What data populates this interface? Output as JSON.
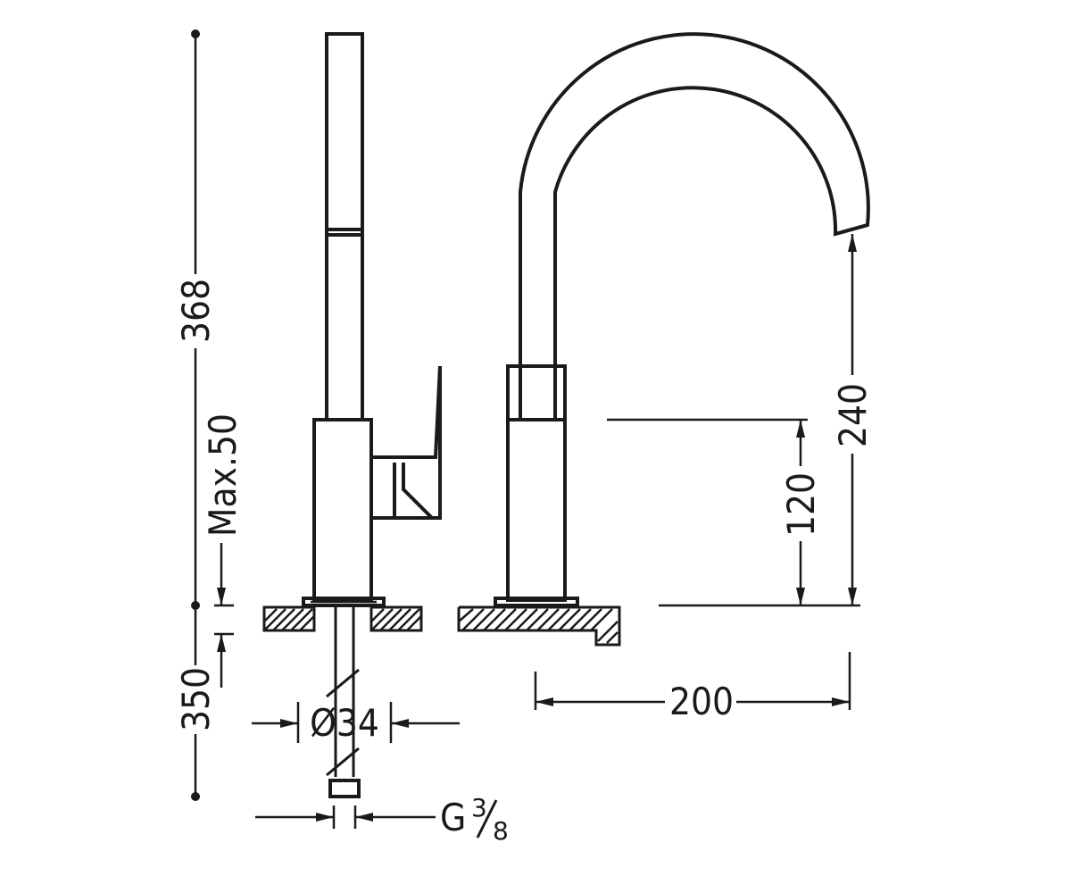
{
  "dimensions": {
    "overall_height": "368",
    "counter_thickness_max": "Max.50",
    "hose_length": "350",
    "hole_diameter": "Ø34",
    "connection_thread": "G",
    "connection_fraction_numerator": "3",
    "connection_fraction_denominator": "8",
    "spout_reach": "200",
    "spout_height": "240",
    "lever_height": "120"
  }
}
